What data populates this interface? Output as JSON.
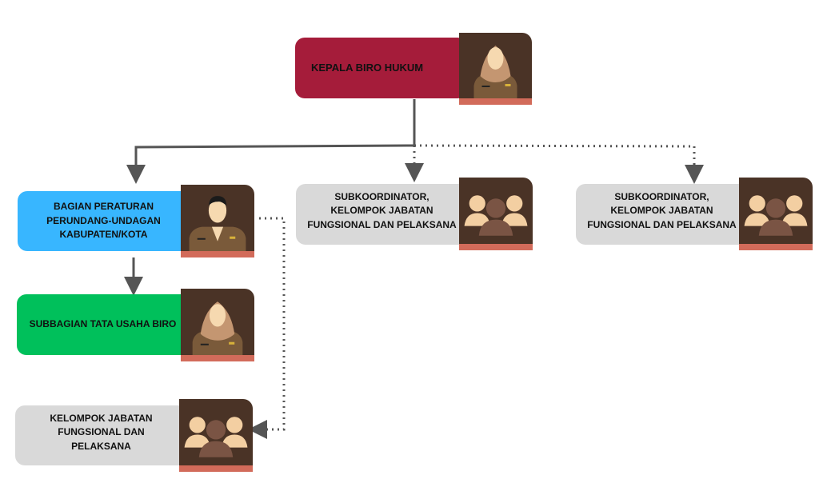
{
  "head": {
    "label": "KEPALA BIRO HUKUM"
  },
  "bagian": {
    "label": "BAGIAN PERATURAN PERUNDANG-UNDAGAN KABUPATEN/KOTA"
  },
  "subbagian": {
    "label": "SUBBAGIAN TATA USAHA BIRO"
  },
  "kelompok": {
    "label": "KELOMPOK JABATAN FUNGSIONAL DAN PELAKSANA"
  },
  "subkoor_1": {
    "label": "SUBKOORDINATOR, KELOMPOK JABATAN FUNGSIONAL DAN PELAKSANA"
  },
  "subkoor_2": {
    "label": "SUBKOORDINATOR,  KELOMPOK JABATAN FUNGSIONAL DAN PELAKSANA"
  },
  "colors": {
    "head": "#a51c3a",
    "bagian": "#38b6ff",
    "subbagian": "#00c05b",
    "group": "#d9d9d9",
    "photo_bg": "#4a3326",
    "photo_stripe": "#d26b5a",
    "connector": "#555555"
  },
  "icons": {
    "head": "hijab-woman-official-icon",
    "bagian": "man-official-icon",
    "subbagian": "hijab-woman-official-icon",
    "group": "group-people-icon"
  }
}
